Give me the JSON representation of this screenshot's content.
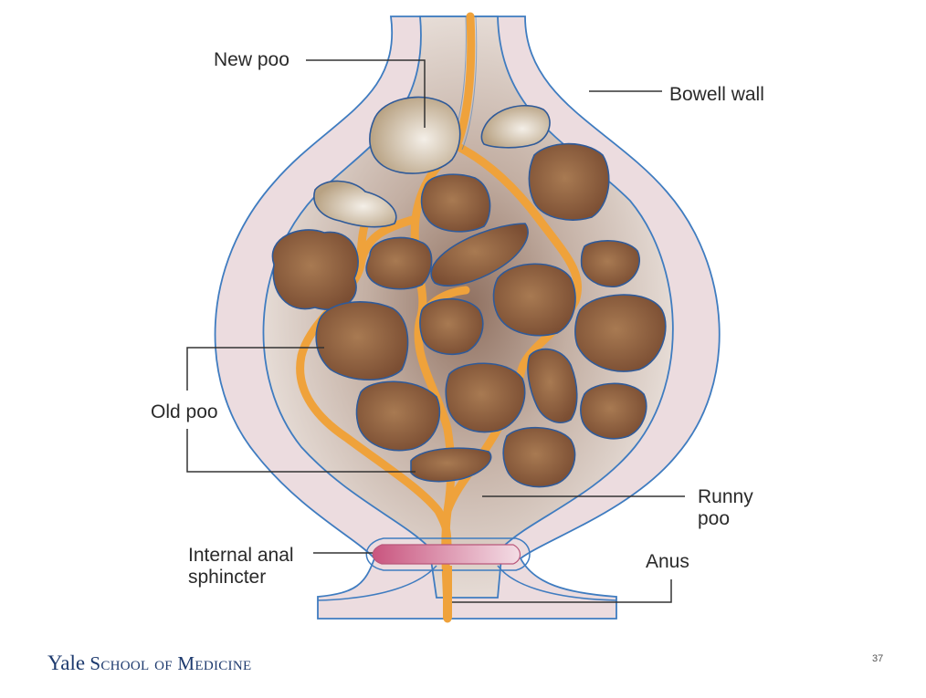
{
  "labels": {
    "new_poo": "New poo",
    "bowel_wall": "Bowell wall",
    "old_poo": "Old poo",
    "runny_poo_line1": "Runny",
    "runny_poo_line2": "poo",
    "internal_sphincter_line1": "Internal anal",
    "internal_sphincter_line2": "sphincter",
    "anus": "Anus"
  },
  "footer": {
    "brand_yale": "Yale",
    "brand_school": "School of Medicine",
    "page_number": "37"
  },
  "colors": {
    "bowel_wall": "#ecdcdf",
    "wall_outline": "#3f7cc0",
    "lumen": "#e2d7d1",
    "old_poo": "#8a5a3a",
    "new_poo": "#c9b89a",
    "runny_poo": "#efa23b",
    "sphincter": "#d7839e",
    "brand": "#1d3a6e"
  }
}
